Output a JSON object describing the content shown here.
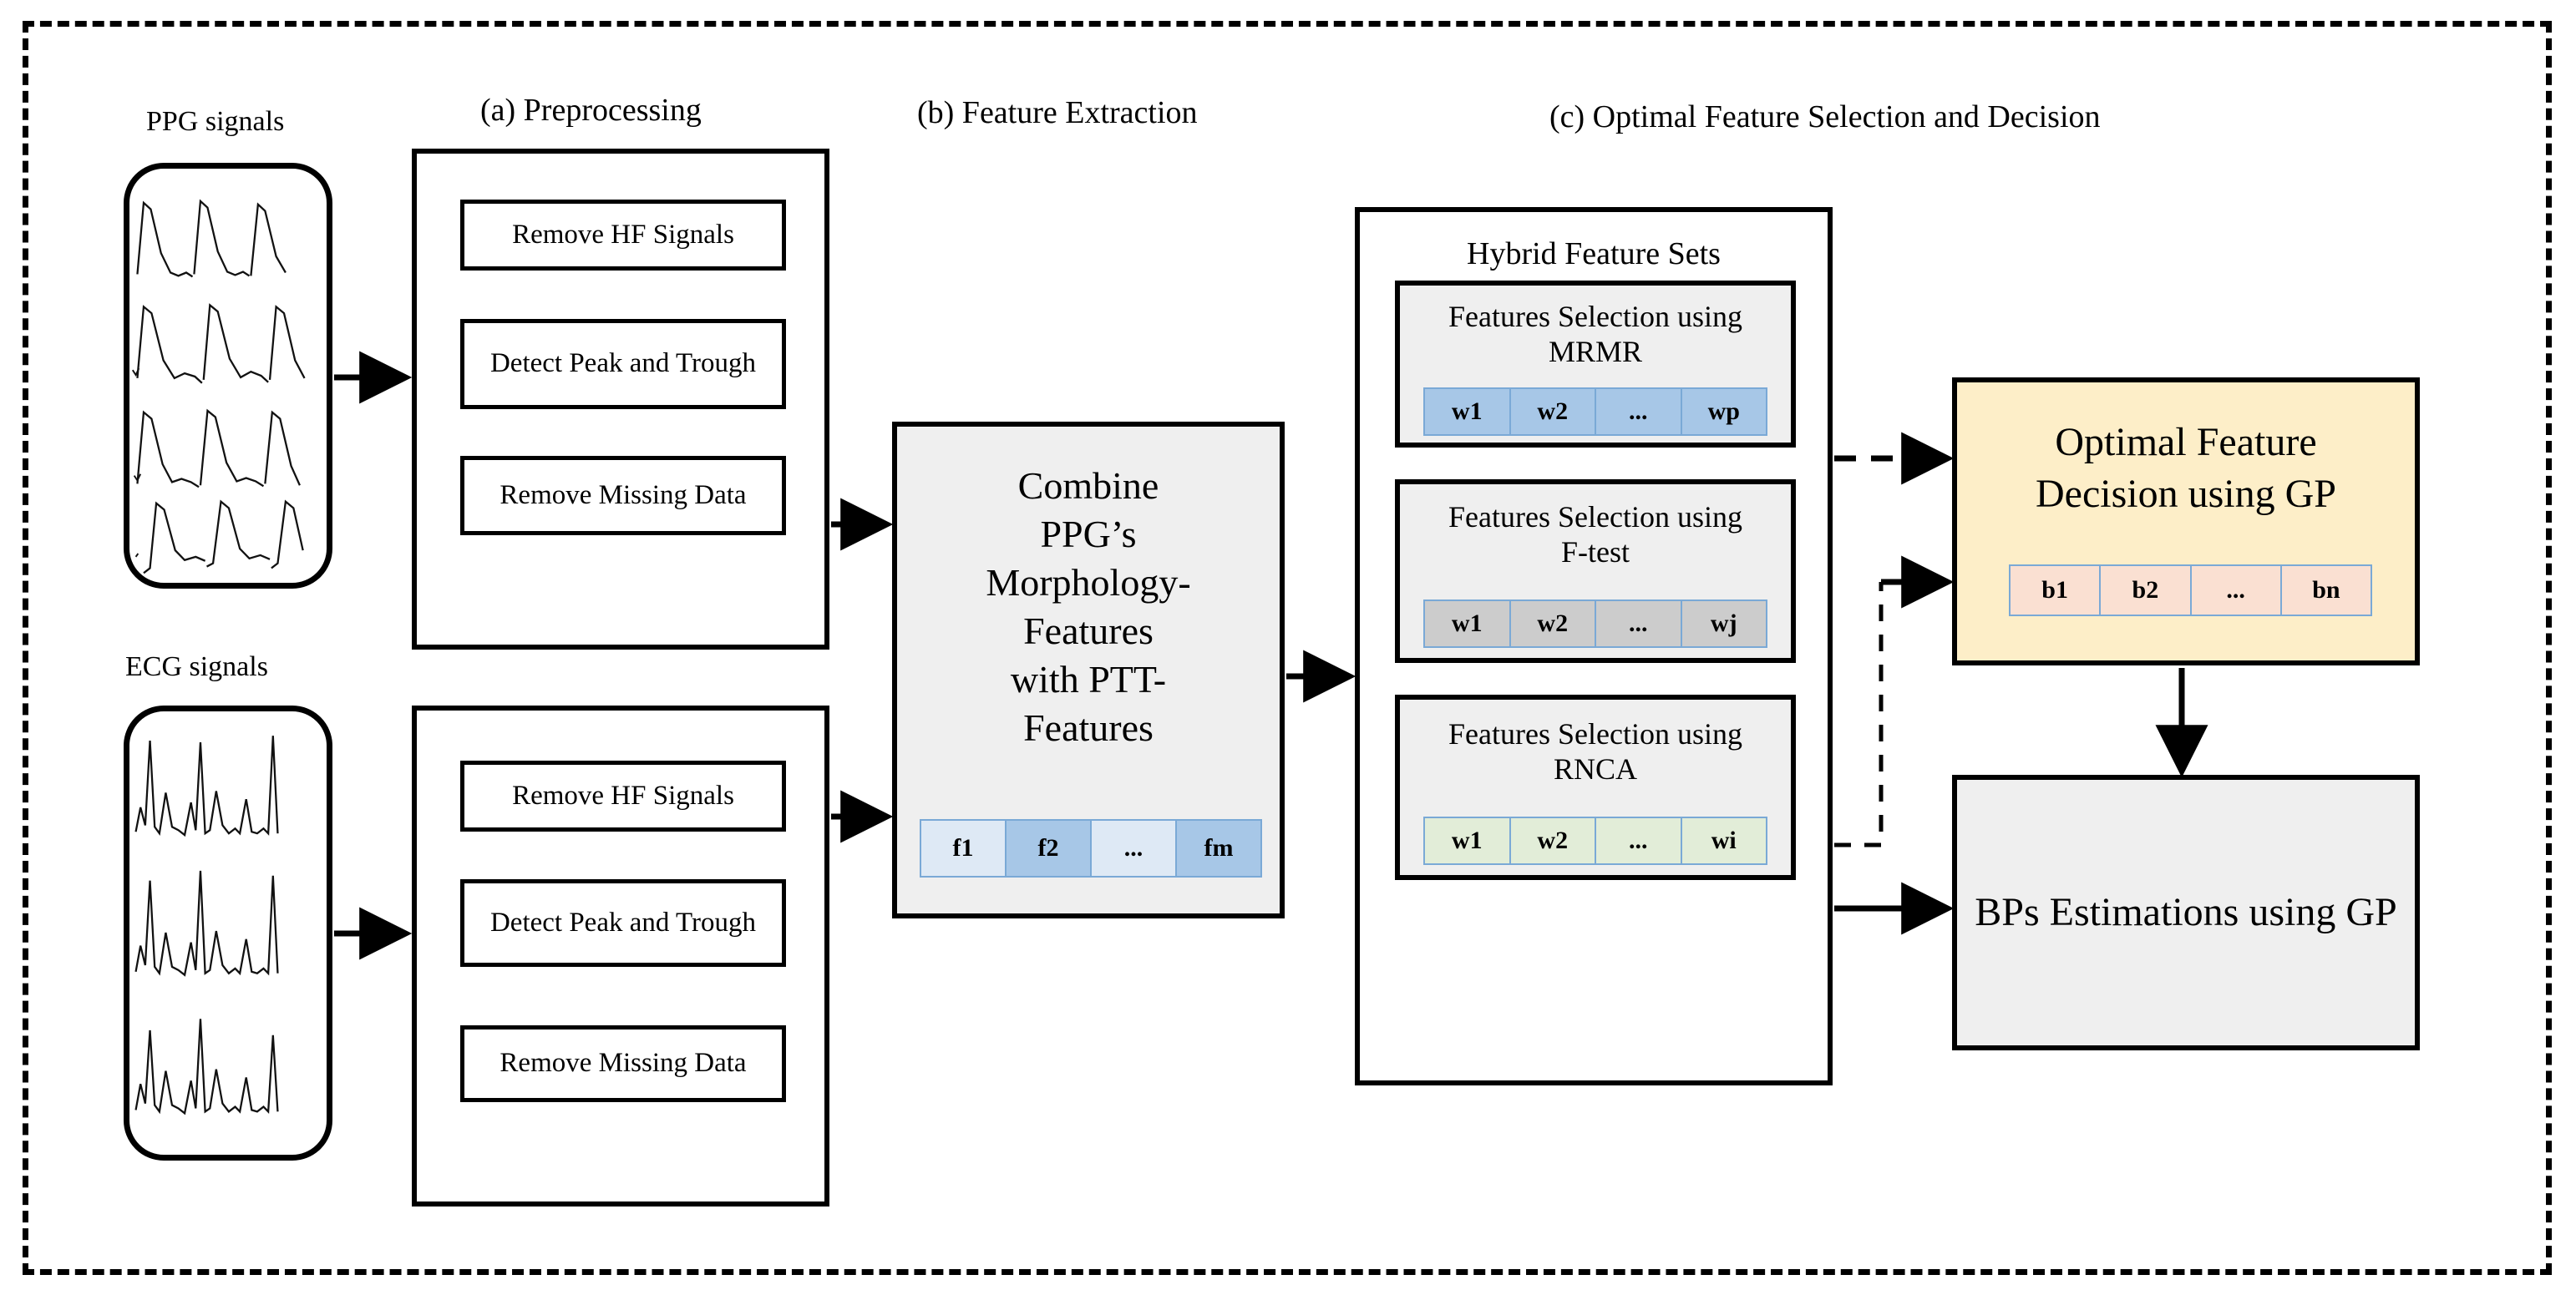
{
  "sections": {
    "a": "(a) Preprocessing",
    "b": "(b) Feature Extraction",
    "c": "(c) Optimal Feature Selection and Decision"
  },
  "inputs": [
    {
      "label": "PPG signals",
      "kind": "ppg"
    },
    {
      "label": "ECG signals",
      "kind": "ecg"
    }
  ],
  "preprocessing": {
    "ppg_steps": [
      "Remove HF Signals",
      "Detect Peak and Trough",
      "Remove Missing Data"
    ],
    "ecg_steps": [
      "Remove HF Signals",
      "Detect Peak and Trough",
      "Remove Missing Data"
    ]
  },
  "feature_extraction": {
    "title": "Combine PPG’s Morphology-Features with PTT-Features",
    "title_lines": [
      "Combine",
      "PPG’s",
      "Morphology-",
      "Features",
      "with PTT-",
      "Features"
    ],
    "cells": [
      "f1",
      "f2",
      "...",
      "fm"
    ],
    "cell_colors": [
      "#dee9f5",
      "#a7c7e7",
      "#dee9f5",
      "#a7c7e7"
    ],
    "box_fill": "#efefef",
    "cell_border": "#7aa9d6"
  },
  "hybrid_feature_sets": {
    "title": "Hybrid Feature Sets",
    "sets": [
      {
        "title": "Features Selection using MRMR",
        "title_lines": [
          "Features Selection using",
          "MRMR"
        ],
        "cells": [
          "w1",
          "w2",
          "...",
          "wp"
        ],
        "cell_fill": "#a7c7e7",
        "box_fill": "#efefef"
      },
      {
        "title": "Features Selection using F-test",
        "title_lines": [
          "Features Selection using",
          "F-test"
        ],
        "cells": [
          "w1",
          "w2",
          "...",
          "wj"
        ],
        "cell_fill": "#cccccc",
        "box_fill": "#efefef"
      },
      {
        "title": "Features Selection using RNCA",
        "title_lines": [
          "Features Selection using",
          "RNCA"
        ],
        "cells": [
          "w1",
          "w2",
          "...",
          "wi"
        ],
        "cell_fill": "#e2edd8",
        "box_fill": "#efefef"
      }
    ]
  },
  "decision": {
    "title": "Optimal Feature Decision using GP",
    "title_lines": [
      "Optimal Feature",
      "Decision using GP"
    ],
    "cells": [
      "b1",
      "b2",
      "...",
      "bn"
    ],
    "cell_fill": "#fae0d2",
    "box_fill": "#fdeec8"
  },
  "estimation": {
    "title": "BPs Estimations using GP",
    "title_lines": [
      "BPs Estimations",
      "using GP"
    ],
    "box_fill": "#efefef"
  },
  "colors": {
    "stroke": "#000000",
    "blue_cell": "#a7c7e7",
    "light_blue_cell": "#dee9f5",
    "gray_cell": "#cccccc",
    "green_cell": "#e2edd8",
    "peach_cell": "#fae0d2",
    "cream_box": "#fdeec8",
    "gray_box": "#efefef",
    "cell_border": "#7aa9d6"
  }
}
